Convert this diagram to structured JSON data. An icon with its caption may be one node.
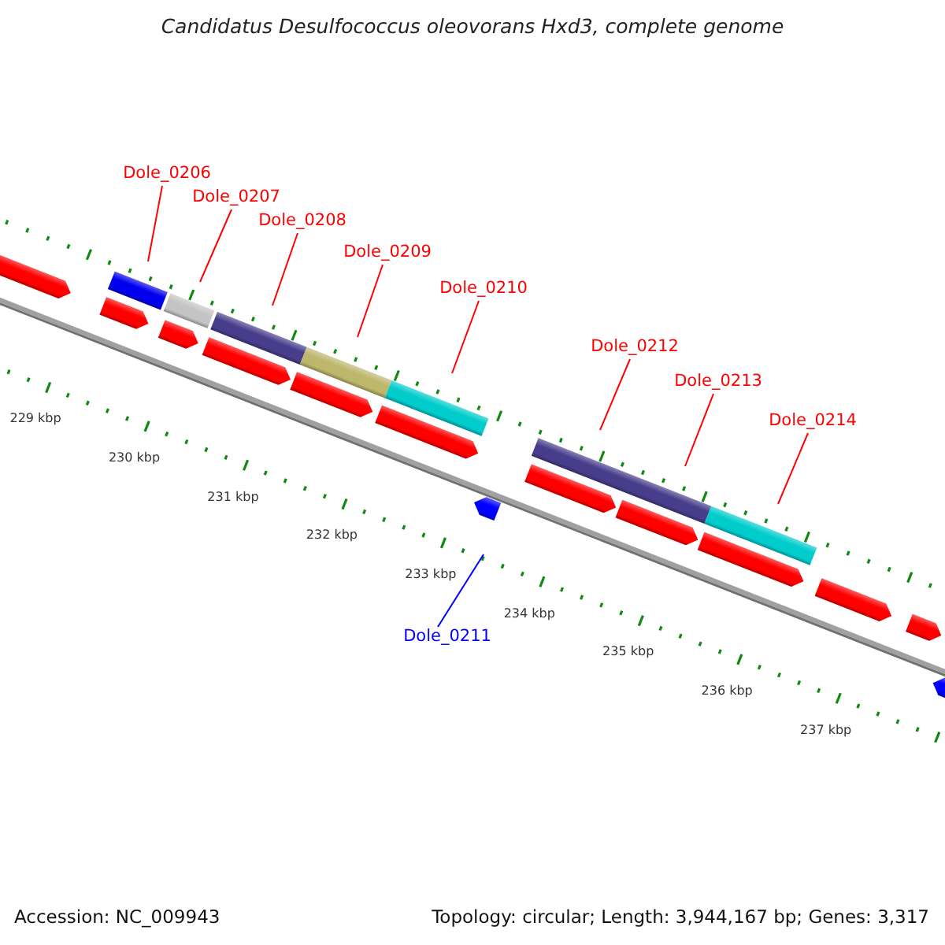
{
  "diagram": {
    "title": "Candidatus Desulfococcus oleovorans Hxd3, complete genome",
    "nodes": [
      {
        "text": [
          "Dole_0206"
        ]
      },
      {
        "text": [
          "Dole_0207"
        ]
      },
      {
        "text": [
          "Dole_0208"
        ]
      },
      {
        "text": [
          "Dole_0209"
        ]
      },
      {
        "text": [
          "Dole_0210"
        ]
      },
      {
        "text": [
          "Dole_0212"
        ]
      },
      {
        "text": [
          "Dole_0213"
        ]
      },
      {
        "text": [
          "Dole_0214"
        ]
      },
      {
        "text": [
          "Dole_0211"
        ]
      }
    ],
    "edges": [
      {
        "from": 0,
        "to": null,
        "arrow": "none"
      },
      {
        "from": 1,
        "to": null,
        "arrow": "none"
      },
      {
        "from": 2,
        "to": null,
        "arrow": "none"
      },
      {
        "from": 3,
        "to": null,
        "arrow": "none"
      },
      {
        "from": 4,
        "to": null,
        "arrow": "none"
      },
      {
        "from": 5,
        "to": null,
        "arrow": "none"
      },
      {
        "from": 6,
        "to": null,
        "arrow": "none"
      },
      {
        "from": 7,
        "to": null,
        "arrow": "none"
      },
      {
        "from": 8,
        "to": null,
        "arrow": "none",
        "color": "#0000ff"
      }
    ],
    "labels": [
      "229 kbp",
      "230 kbp",
      "231 kbp",
      "232 kbp",
      "233 kbp",
      "234 kbp",
      "235 kbp",
      "236 kbp",
      "237 kbp",
      "Accession: NC_009943",
      "Topology: circular; Length: 3,944,167 bp; Genes: 3,317"
    ]
  }
}
